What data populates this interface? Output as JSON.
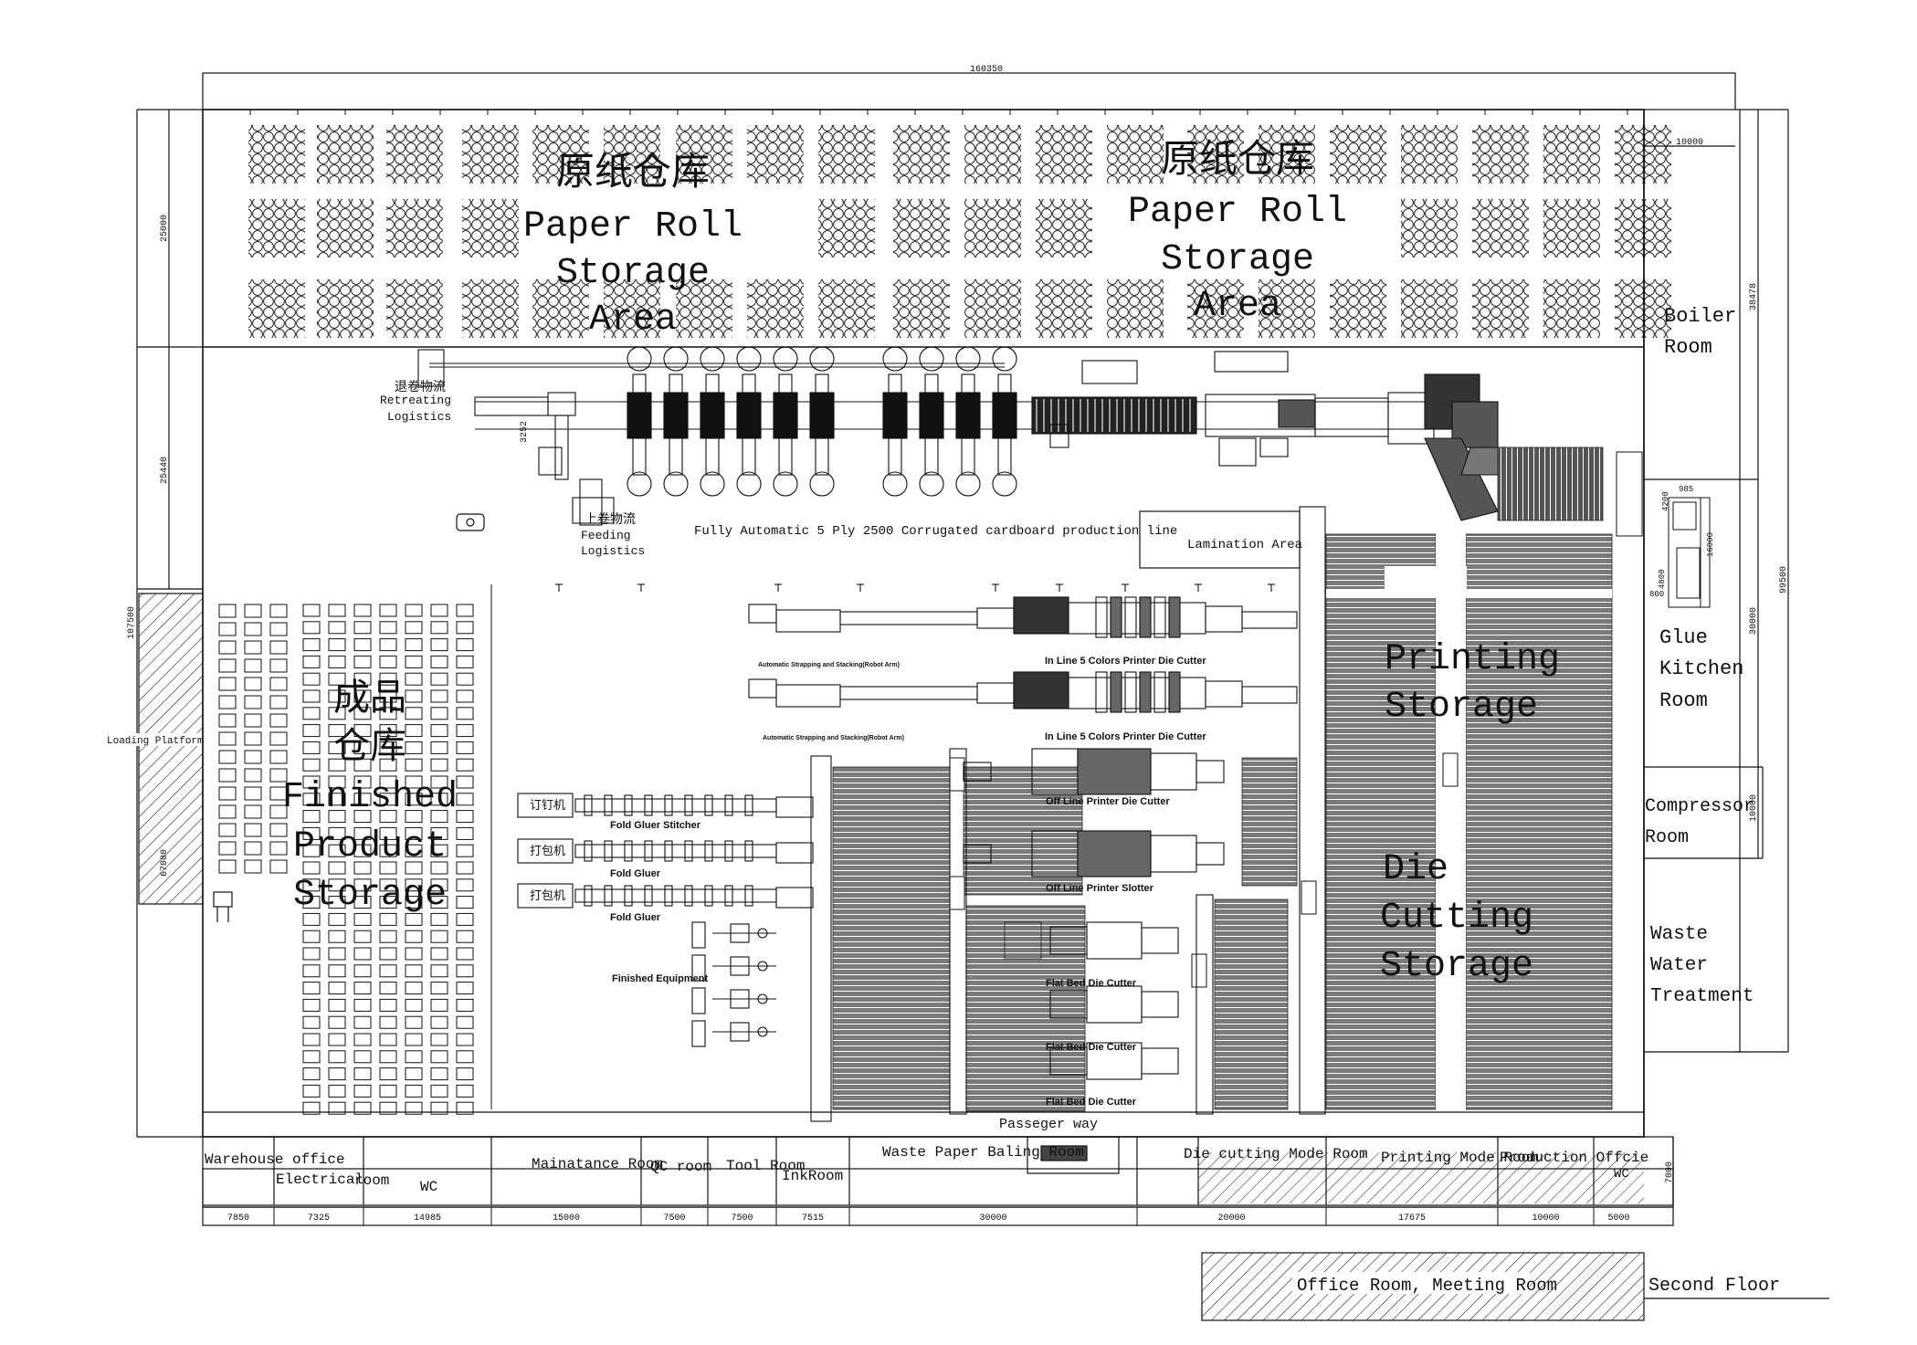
{
  "dims": {
    "top": "160350",
    "left_top": "25000",
    "left_mid": "25440",
    "left_lower": "107500",
    "left_bottom": "67080",
    "right_boiler_top": "10000",
    "right_boiler": "38478",
    "right_glue": "30000",
    "right_total": "99500",
    "right_compressor": "10000",
    "bottom_right": "7000",
    "bottom": [
      "7850",
      "7325",
      "14985",
      "15000",
      "7500",
      "7500",
      "7515",
      "30000",
      "20000",
      "17675",
      "10000",
      "5000"
    ],
    "glue_small": [
      "985",
      "4200",
      "800",
      "4800",
      "16000"
    ],
    "dim_3252": "3252"
  },
  "areas": {
    "paper_roll_left": {
      "cn": "原纸仓库",
      "l1": "Paper Roll",
      "l2": "Storage",
      "l3": "Area"
    },
    "paper_roll_right": {
      "cn": "原纸仓库",
      "l1": "Paper Roll",
      "l2": "Storage",
      "l3": "Area"
    },
    "finished": {
      "cn1": "成品",
      "cn2": "仓库",
      "l1": "Finished",
      "l2": "Product",
      "l3": "Storage"
    },
    "printing": {
      "l1": "Printing",
      "l2": "Storage"
    },
    "die_cutting": {
      "l1": "Die",
      "l2": "Cutting",
      "l3": "Storage"
    },
    "boiler": {
      "l1": "Boiler",
      "l2": "Room"
    },
    "glue": {
      "l1": "Glue",
      "l2": "Kitchen",
      "l3": "Room"
    },
    "compressor": {
      "l1": "Compressor",
      "l2": "Room"
    },
    "waste_water": {
      "l1": "Waste",
      "l2": "Water",
      "l3": "Treatment"
    },
    "lamination": "Lamination Area",
    "loading": "Loading Platform"
  },
  "labels": {
    "retreating_cn": "退卷物流",
    "retreating": "Retreating",
    "logistics": "Logistics",
    "feeding_cn": "上卷物流",
    "feeding": "Feeding",
    "feeding_logistics": "Logistics",
    "production_line": "Fully Automatic 5 Ply 2500 Corrugated cardboard production line",
    "robot1": "Automatic Strapping and Stacking(Robot Arm)",
    "robot2": "Automatic Strapping and Stacking(Robot Arm)",
    "inline1": "In Line 5 Colors Printer Die Cutter",
    "inline2": "In Line 5 Colors Printer Die Cutter",
    "offline_dc": "Off Line Printer Die Cutter",
    "offline_sl": "Off Line Printer Slotter",
    "flatbed1": "Flat Bed Die Cutter",
    "flatbed2": "Flat Bed Die Cutter",
    "flatbed3": "Flat Bed Die Cutter",
    "fold_stitcher": "Fold Gluer Stitcher",
    "fold_gluer1": "Fold Gluer",
    "fold_gluer2": "Fold Gluer",
    "finished_equipment": "Finished Equipment",
    "machine_a": "订钉机",
    "machine_b": "打包机",
    "machine_c": "打包机",
    "passage": "Passeger way"
  },
  "rooms": {
    "warehouse_office": "Warehouse office",
    "electrical": "Electrical",
    "room": "room",
    "wc": "WC",
    "maintenance": "Mainatance Room",
    "qc": "QC room",
    "tool": "Tool Room",
    "ink": "InkRoom",
    "waste_paper": "Waste Paper Baling Room",
    "die_mode": "Die cutting Mode Room",
    "print_mode": "Printing Mode Room",
    "production_office": "Production Offcie",
    "wc2": "WC"
  },
  "second_floor": {
    "office": "Office Room, Meeting Room",
    "label": "Second Floor"
  }
}
